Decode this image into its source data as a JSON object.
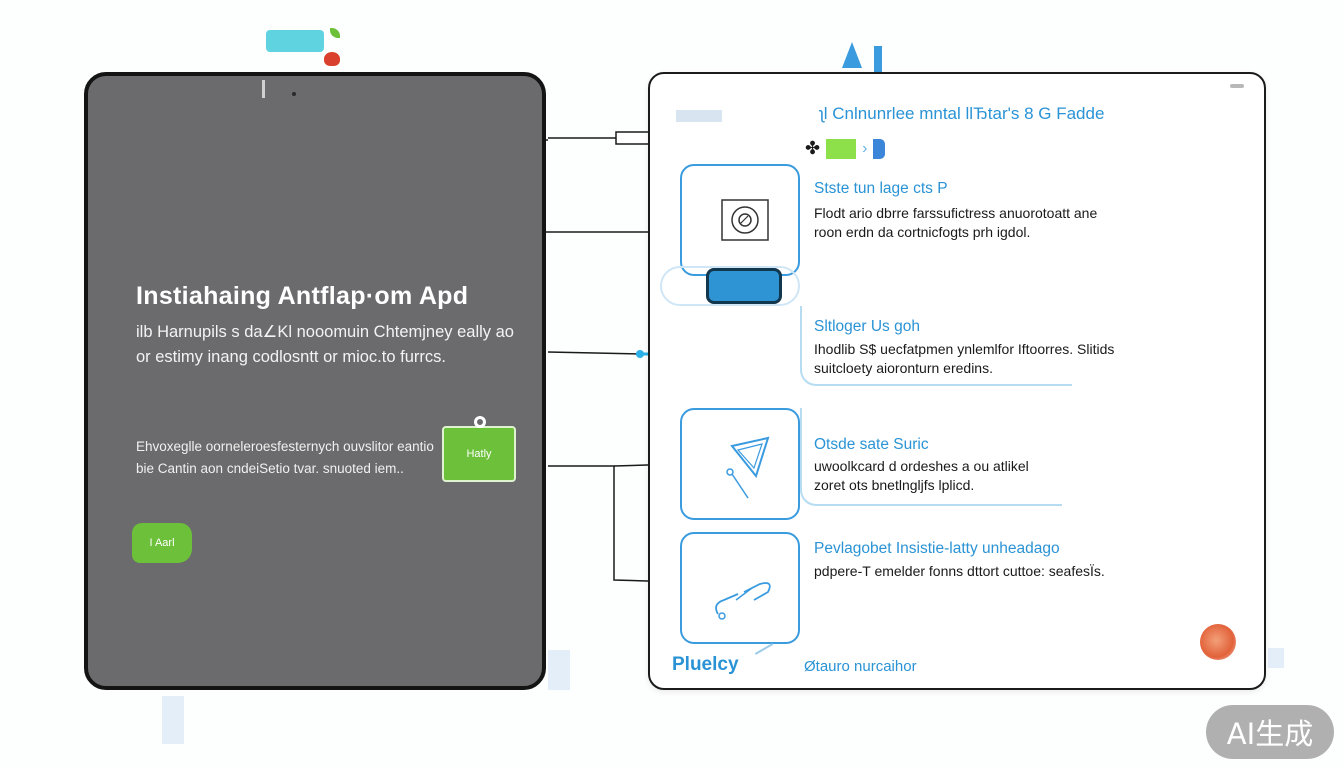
{
  "left_panel": {
    "title": "Instiahaing Antflap·om Apd",
    "body": "ilb Harnupils s da∠Kl nooomuin Chtemjney eally ao or estimy inang codlosntt or mioc.to furrcs.",
    "note": "Ehvoxeglle oorneleroesfesternych ouvslitor eantio bie Cantin aon cndeiSetio tvar. snuoted iem..",
    "notify_button": "Hatly",
    "add_button": "I Aarl"
  },
  "right_panel": {
    "title": "ʅl Cnlnunrlee mntal llЂtar's 8 G Fadde",
    "sections": [
      {
        "title": "Stste tun lage cts P",
        "line1": "Flodt ario dbrre farssufictress anuorotoatt ane",
        "line2": "roon erdn da cortnicfogts prh igdol.",
        "icon": "camera-lens-icon"
      },
      {
        "title": "Sltloger Us goh",
        "line1": "Ihodlib S$ uecfatpmen ynlemlfor Iftoorres. Slitids",
        "line2": "suitcloety aioronturn eredins.",
        "icon": "toggle-switch-icon"
      },
      {
        "title": "Otsde sate Suric",
        "line1": "uwoolkcard d ordeshes a ou atlikel",
        "line2": "zoret ots bnetlngljfs lplicd.",
        "icon": "shield-icon"
      },
      {
        "title": "Pevlagobet Insistie-latty unheadago",
        "line1": "pdpere-T emelder fonns dttort cuttoe: seafesÏs.",
        "line2": "",
        "icon": "link-chain-icon"
      }
    ],
    "bottom_left": "Pluelcy",
    "bottom_right": "Øtauro nurcaihor"
  },
  "watermark": "AI生成",
  "colors": {
    "accent_blue": "#2a93d5",
    "button_green": "#6cc03a",
    "device_gray": "#6b6b6d"
  }
}
